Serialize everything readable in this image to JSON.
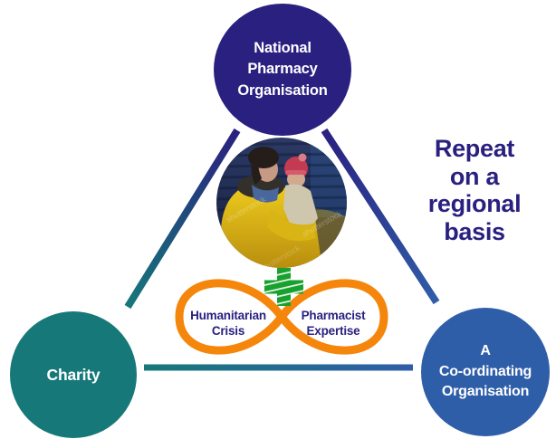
{
  "diagram": {
    "repeat_note": "Repeat\non a\nregional\nbasis",
    "repeat_note_color": "#2a2080",
    "nodes": {
      "top": {
        "label": "National\nPharmacy\nOrganisation",
        "color": "#2a2080",
        "text_color": "#ffffff"
      },
      "left": {
        "label": "Charity",
        "color": "#17787a",
        "text_color": "#ffffff"
      },
      "right": {
        "label": "A\nCo-ordinating\nOrganisation",
        "color": "#2f5ea8",
        "text_color": "#ffffff"
      }
    },
    "infinity": {
      "color": "#f5860c",
      "left_label": "Humanitarian\nCrisis",
      "right_label": "Pharmacist\nExpertise",
      "label_color": "#2a2080"
    },
    "pharmacy_cross": {
      "color": "#18a12e"
    },
    "connectors": {
      "navy": "#2a2080",
      "teal": "#17787a",
      "blue": "#2f5ea8"
    },
    "photo": {
      "watermark": "shutterstock"
    }
  }
}
